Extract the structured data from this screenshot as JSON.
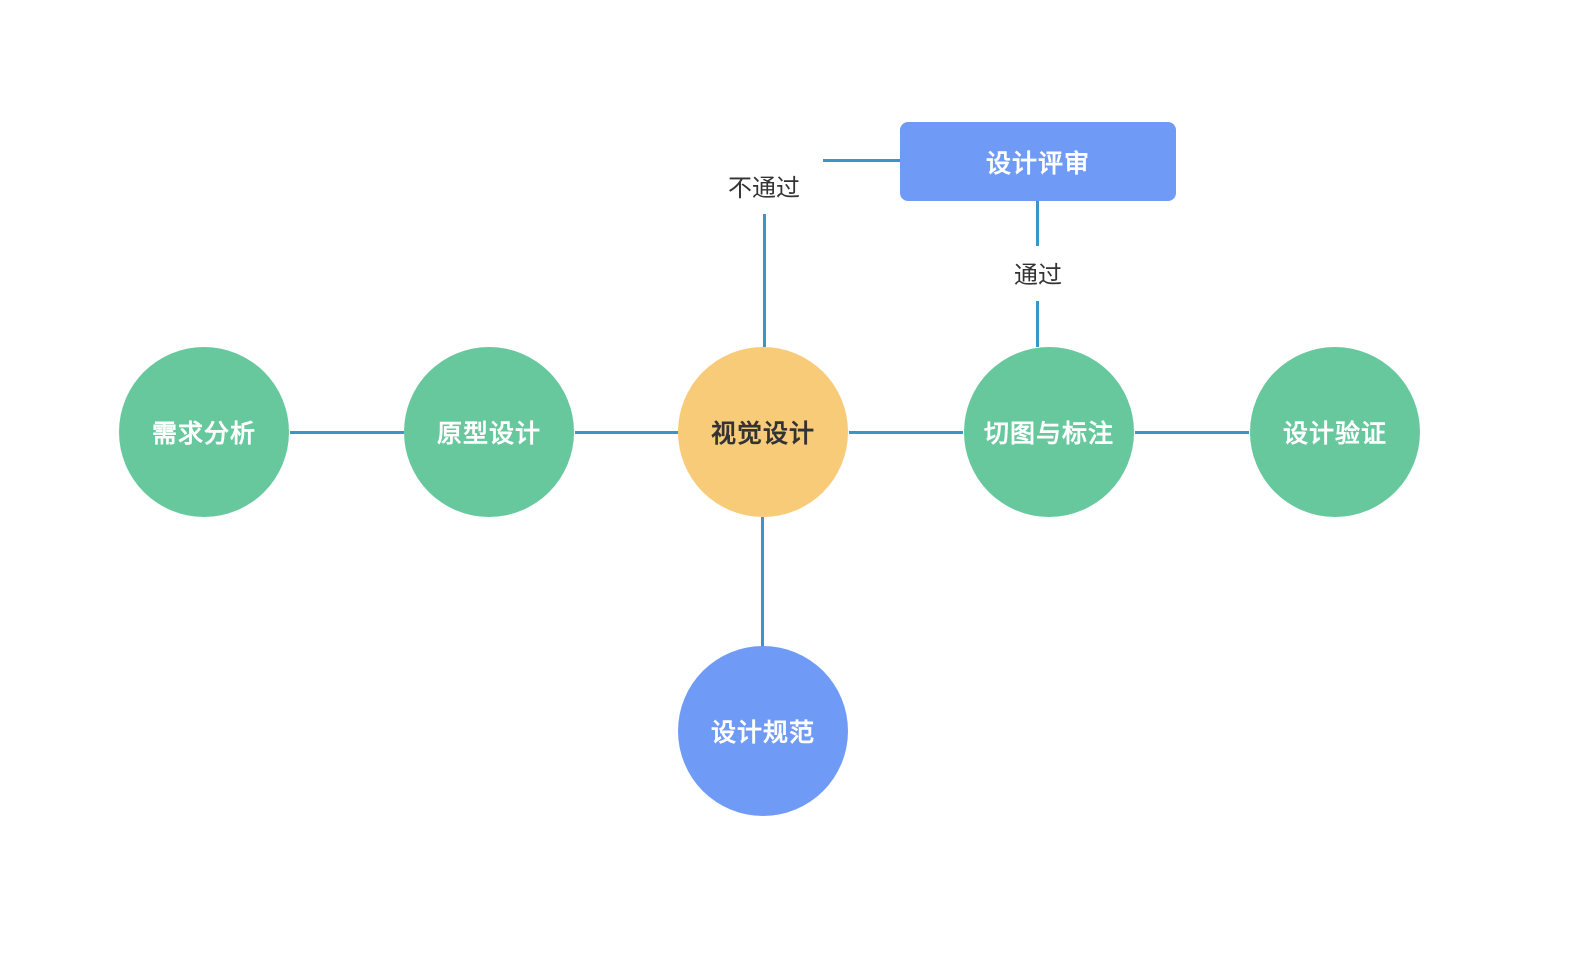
{
  "colors": {
    "line": "#3a96c8",
    "node_green": "#67c89e",
    "node_yellow": "#f7cb78",
    "node_blue": "#6f9bf7",
    "text_light": "#ffffff",
    "text_dark": "#333333",
    "label_text": "#333333",
    "background": "#ffffff"
  },
  "nodes": {
    "requirement_analysis": {
      "label": "需求分析",
      "shape": "circle",
      "fill": "green"
    },
    "prototype_design": {
      "label": "原型设计",
      "shape": "circle",
      "fill": "green"
    },
    "visual_design": {
      "label": "视觉设计",
      "shape": "circle",
      "fill": "yellow"
    },
    "slicing_annotation": {
      "label": "切图与标注",
      "shape": "circle",
      "fill": "green"
    },
    "design_verification": {
      "label": "设计验证",
      "shape": "circle",
      "fill": "green"
    },
    "design_specification": {
      "label": "设计规范",
      "shape": "circle",
      "fill": "blue"
    },
    "design_review": {
      "label": "设计评审",
      "shape": "rounded-rectangle",
      "fill": "blue"
    }
  },
  "edges": [
    {
      "from": "requirement_analysis",
      "to": "prototype_design",
      "label": ""
    },
    {
      "from": "prototype_design",
      "to": "visual_design",
      "label": ""
    },
    {
      "from": "visual_design",
      "to": "slicing_annotation",
      "label": ""
    },
    {
      "from": "slicing_annotation",
      "to": "design_verification",
      "label": ""
    },
    {
      "from": "visual_design",
      "to": "design_specification",
      "label": ""
    },
    {
      "from": "design_review",
      "to": "visual_design",
      "label": "不通过"
    },
    {
      "from": "design_review",
      "to": "slicing_annotation",
      "label": "通过"
    }
  ],
  "edge_labels": {
    "rejected": "不通过",
    "approved": "通过"
  }
}
